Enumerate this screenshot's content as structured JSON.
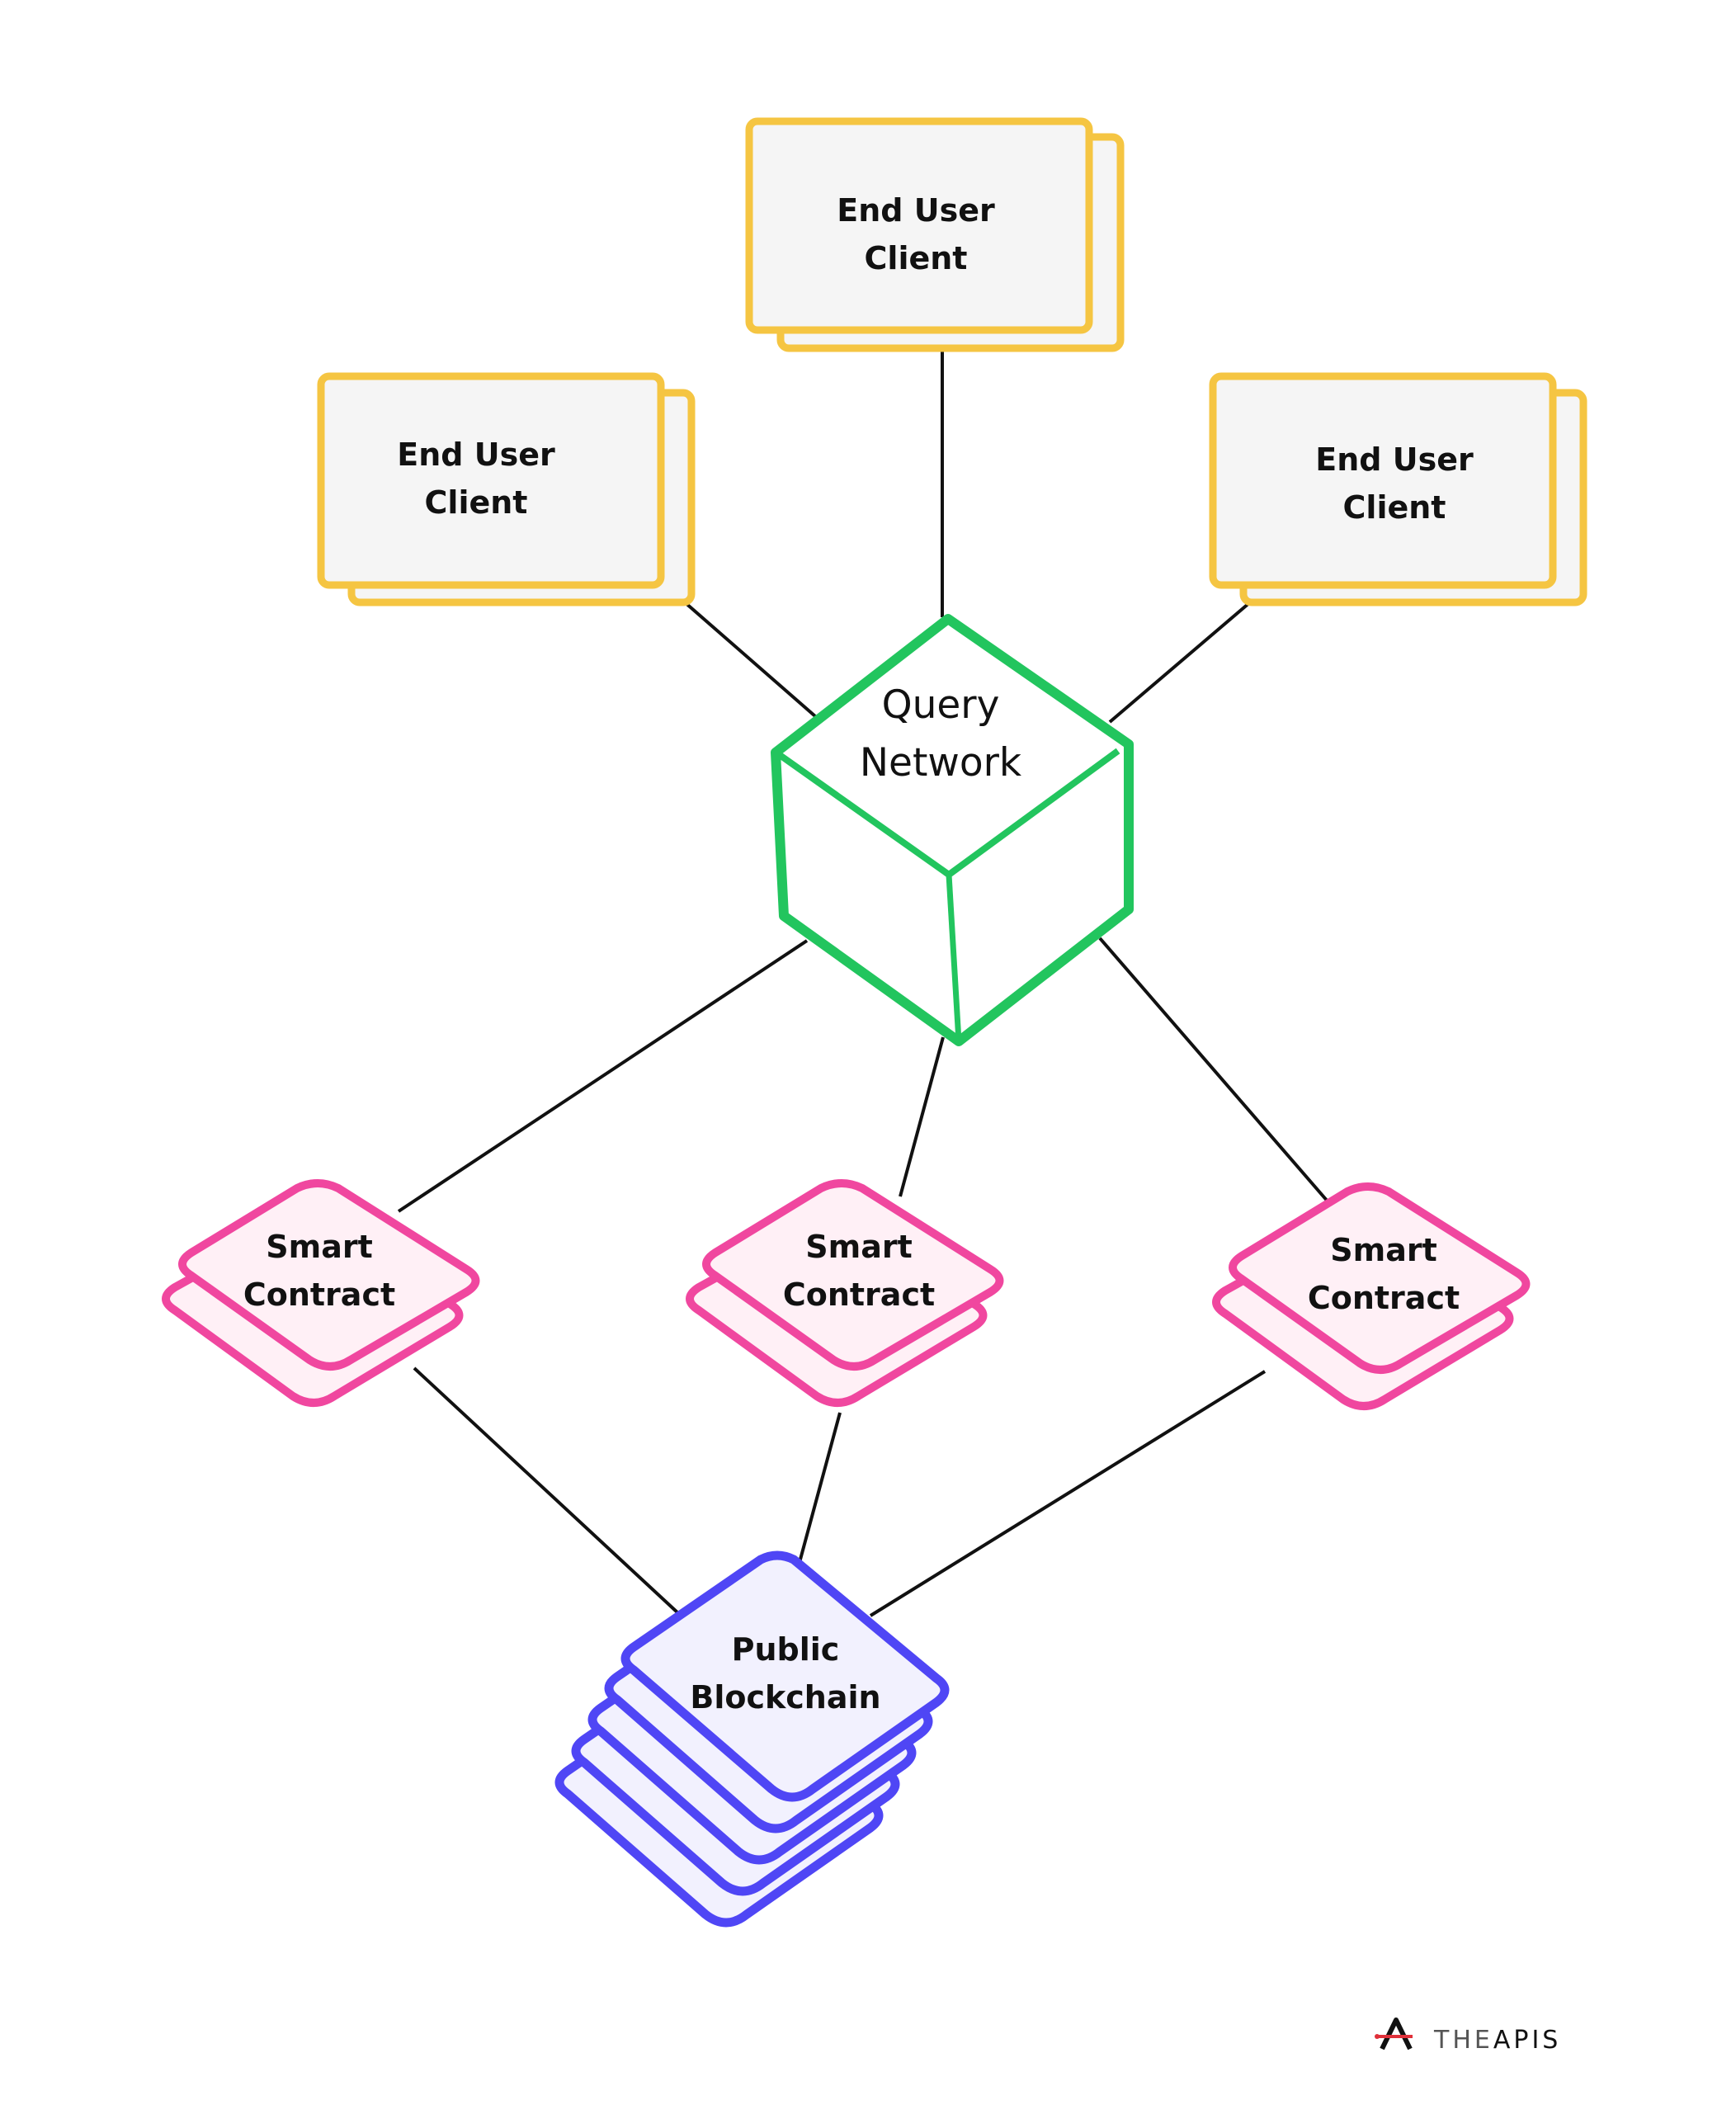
{
  "colors": {
    "client_border": "#F5C542",
    "client_fill": "#F5F5F5",
    "network_stroke": "#22C55E",
    "contract_border": "#F0479F",
    "contract_fill": "#FFF0F6",
    "chain_border": "#4F46F5",
    "chain_fill": "#F2F1FE",
    "line": "#111111",
    "logo_accent": "#E0303A"
  },
  "clients": [
    {
      "line1": "End User",
      "line2": "Client"
    },
    {
      "line1": "End User",
      "line2": "Client"
    },
    {
      "line1": "End User",
      "line2": "Client"
    }
  ],
  "network": {
    "line1": "Query",
    "line2": "Network"
  },
  "contracts": [
    {
      "line1": "Smart",
      "line2": "Contract"
    },
    {
      "line1": "Smart",
      "line2": "Contract"
    },
    {
      "line1": "Smart",
      "line2": "Contract"
    }
  ],
  "blockchain": {
    "line1": "Public",
    "line2": "Blockchain"
  },
  "logo": {
    "prefix": "THE",
    "name": "APIS"
  }
}
